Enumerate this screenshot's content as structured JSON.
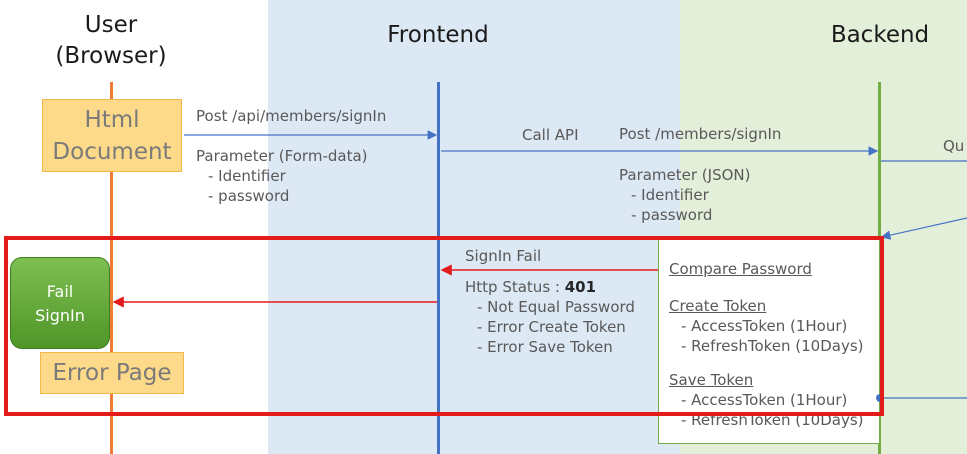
{
  "headers": {
    "user_line1": "User",
    "user_line2": "(Browser)",
    "frontend": "Frontend",
    "backend": "Backend"
  },
  "html_document": {
    "line1": "Html",
    "line2": "Document"
  },
  "request_user": {
    "endpoint": "Post /api/members/signIn",
    "param_title": "Parameter (Form-data)",
    "param_1": "- Identifier",
    "param_2": "- password"
  },
  "request_frontend": {
    "call": "Call API",
    "endpoint": "Post /members/signIn",
    "param_title": "Parameter (JSON)",
    "param_1": "- Identifier",
    "param_2": "- password"
  },
  "backend_cut_label": "Qu",
  "response": {
    "title": "SignIn Fail",
    "status_prefix": "Http Status : ",
    "status_code": "401",
    "reason_1": "- Not Equal Password",
    "reason_2": "- Error Create Token",
    "reason_3": "- Error Save Token"
  },
  "backend_steps": {
    "compare": "Compare Password",
    "create": "Create Token",
    "create_1": "- AccessToken (1Hour)",
    "create_2": "- RefreshToken (10Days)",
    "save": "Save Token",
    "save_1": "- AccessToken (1Hour)",
    "save_2": "- RefreshToken (10Days)"
  },
  "fail_signin": {
    "line1": "Fail",
    "line2": "SignIn"
  },
  "error_page": "Error Page",
  "colors": {
    "user_lifeline": "#ed7d31",
    "frontend_lifeline": "#4472c4",
    "backend_lifeline": "#70ad47",
    "error_arrow": "#e31b1b",
    "highlight_frame": "#e31b1b"
  }
}
